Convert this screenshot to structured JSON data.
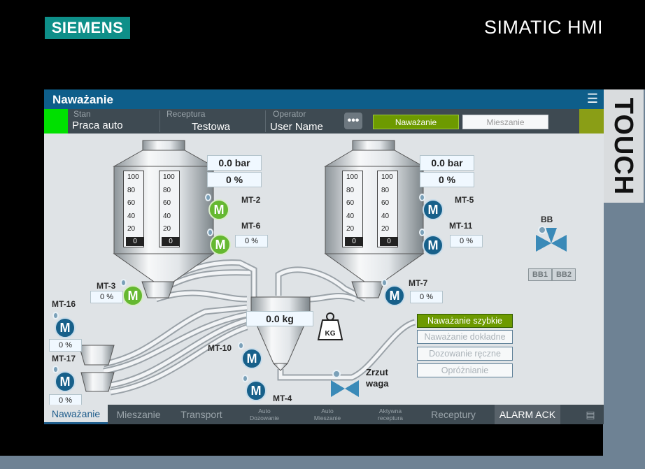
{
  "header": {
    "brand": "SIEMENS",
    "product": "SIMATIC HMI",
    "side_label": "TOUCH"
  },
  "title": {
    "text": "Naważanie"
  },
  "status": {
    "stan_label": "Stan",
    "stan_value": "Praca auto",
    "receptura_label": "Receptura",
    "receptura_value": "Testowa",
    "operator_label": "Operator",
    "operator_value": "User Name"
  },
  "top_tabs": {
    "active": "Naważanie",
    "inactive": "Mieszanie"
  },
  "silo_left": {
    "pressure": "0.0 bar",
    "level": "0 %",
    "scale": [
      "100",
      "80",
      "60",
      "40",
      "20"
    ],
    "bar1": "0",
    "bar2": "0"
  },
  "silo_right": {
    "pressure": "0.0 bar",
    "level": "0 %",
    "scale": [
      "100",
      "80",
      "60",
      "40",
      "20"
    ],
    "bar1": "0",
    "bar2": "0"
  },
  "motors": {
    "mt2": "MT-2",
    "mt6": "MT-6",
    "mt6_val": "0 %",
    "mt5": "MT-5",
    "mt11": "MT-11",
    "mt11_val": "0 %",
    "mt3": "MT-3",
    "mt3_val": "0 %",
    "mt7": "MT-7",
    "mt7_val": "0 %",
    "mt16": "MT-16",
    "mt16_val": "0 %",
    "mt17": "MT-17",
    "mt17_val": "0 %",
    "mt10": "MT-10",
    "mt4": "MT-4",
    "symbol": "M"
  },
  "scale_weight": {
    "value": "0.0 kg",
    "unit_icon": "KG"
  },
  "valve_bb": {
    "label": "BB",
    "btn1": "BB1",
    "btn2": "BB2"
  },
  "zrzut": {
    "line1": "Zrzut",
    "line2": "waga"
  },
  "actions": [
    "Naważanie szybkie",
    "Naważanie dokładne",
    "Dozowanie ręczne",
    "Opróżnianie"
  ],
  "nav": {
    "items": [
      "Naważanie",
      "Mieszanie",
      "Transport"
    ],
    "auto_dozowanie": [
      "Auto",
      "Dozowanie"
    ],
    "auto_mieszanie": [
      "Auto",
      "Mieszanie"
    ],
    "aktywna_receptura": [
      "Aktywna",
      "receptura"
    ],
    "receptury": "Receptury",
    "alarm_ack": "ALARM ACK"
  },
  "colors": {
    "accent_blue": "#0e5e8a",
    "active_green": "#6d9a00",
    "motor_green": "#65b830",
    "motor_blue": "#17608a",
    "status_green": "#00e000"
  }
}
